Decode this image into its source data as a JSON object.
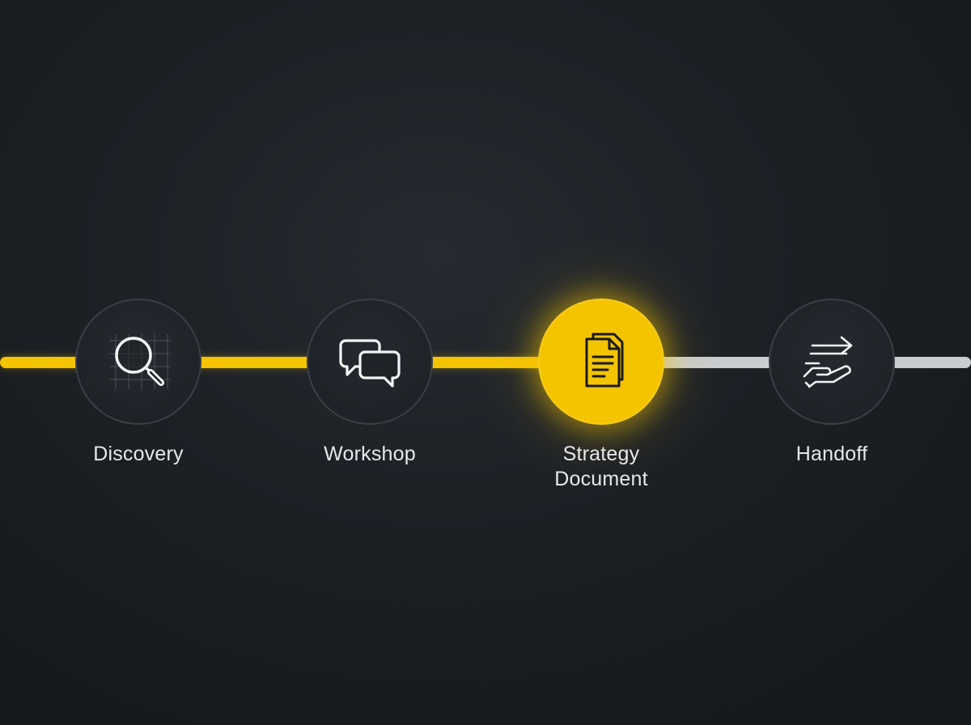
{
  "steps": [
    {
      "label": "Discovery",
      "icon": "magnifier-grid-icon",
      "state": "complete"
    },
    {
      "label": "Workshop",
      "icon": "chat-bubbles-icon",
      "state": "complete"
    },
    {
      "label_line1": "Strategy",
      "label_line2": "Document",
      "icon": "documents-icon",
      "state": "current"
    },
    {
      "label": "Handoff",
      "icon": "hand-arrows-icon",
      "state": "upcoming"
    }
  ],
  "colors": {
    "accent": "#f5c400",
    "inactive_track": "#c9ccd0",
    "node_dark": "#1f2227",
    "text": "#e6e8ea",
    "background": "#1d2126"
  }
}
